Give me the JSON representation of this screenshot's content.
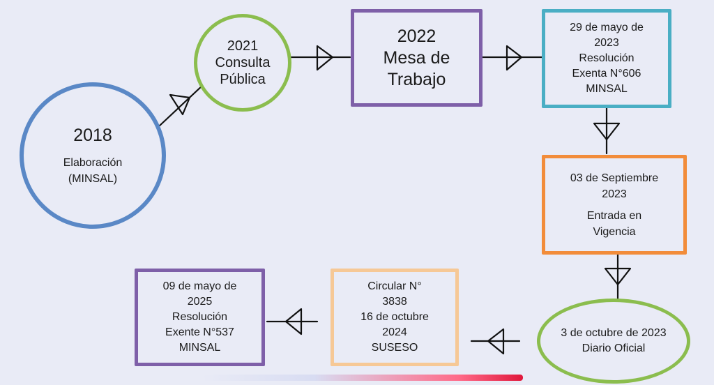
{
  "colors": {
    "blue": "#5a88c6",
    "green": "#8bbd4e",
    "purple": "#7e5fa8",
    "teal": "#4aaec4",
    "orange": "#f28c3a",
    "peach": "#f6c896",
    "line": "#111111"
  },
  "nodes": {
    "n2018": {
      "year": "2018",
      "label_1": "Elaboración",
      "label_2": "(MINSAL)"
    },
    "n2021": {
      "line_1": "2021",
      "line_2": "Consulta",
      "line_3": "Pública"
    },
    "n2022": {
      "line_1": "2022",
      "line_2": "Mesa de",
      "line_3": "Trabajo"
    },
    "n2023_res": {
      "line_1": "29 de mayo de",
      "line_2": "2023",
      "line_3": "Resolución",
      "line_4": "Exenta N°606",
      "line_5": "MINSAL"
    },
    "n2023_vig": {
      "line_1": "03 de Septiembre",
      "line_2": "2023",
      "line_3": "Entrada en",
      "line_4": "Vigencia"
    },
    "n2023_diario": {
      "line_1": "3 de octubre de 2023",
      "line_2": "Diario Oficial"
    },
    "n2024": {
      "line_1": "Circular N°",
      "line_2": "3838",
      "line_3": "16  de octubre",
      "line_4": "2024",
      "line_5": "SUSESO"
    },
    "n2025": {
      "line_1": "09 de mayo de",
      "line_2": "2025",
      "line_3": "Resolución",
      "line_4": "Exente N°537",
      "line_5": "MINSAL"
    }
  }
}
